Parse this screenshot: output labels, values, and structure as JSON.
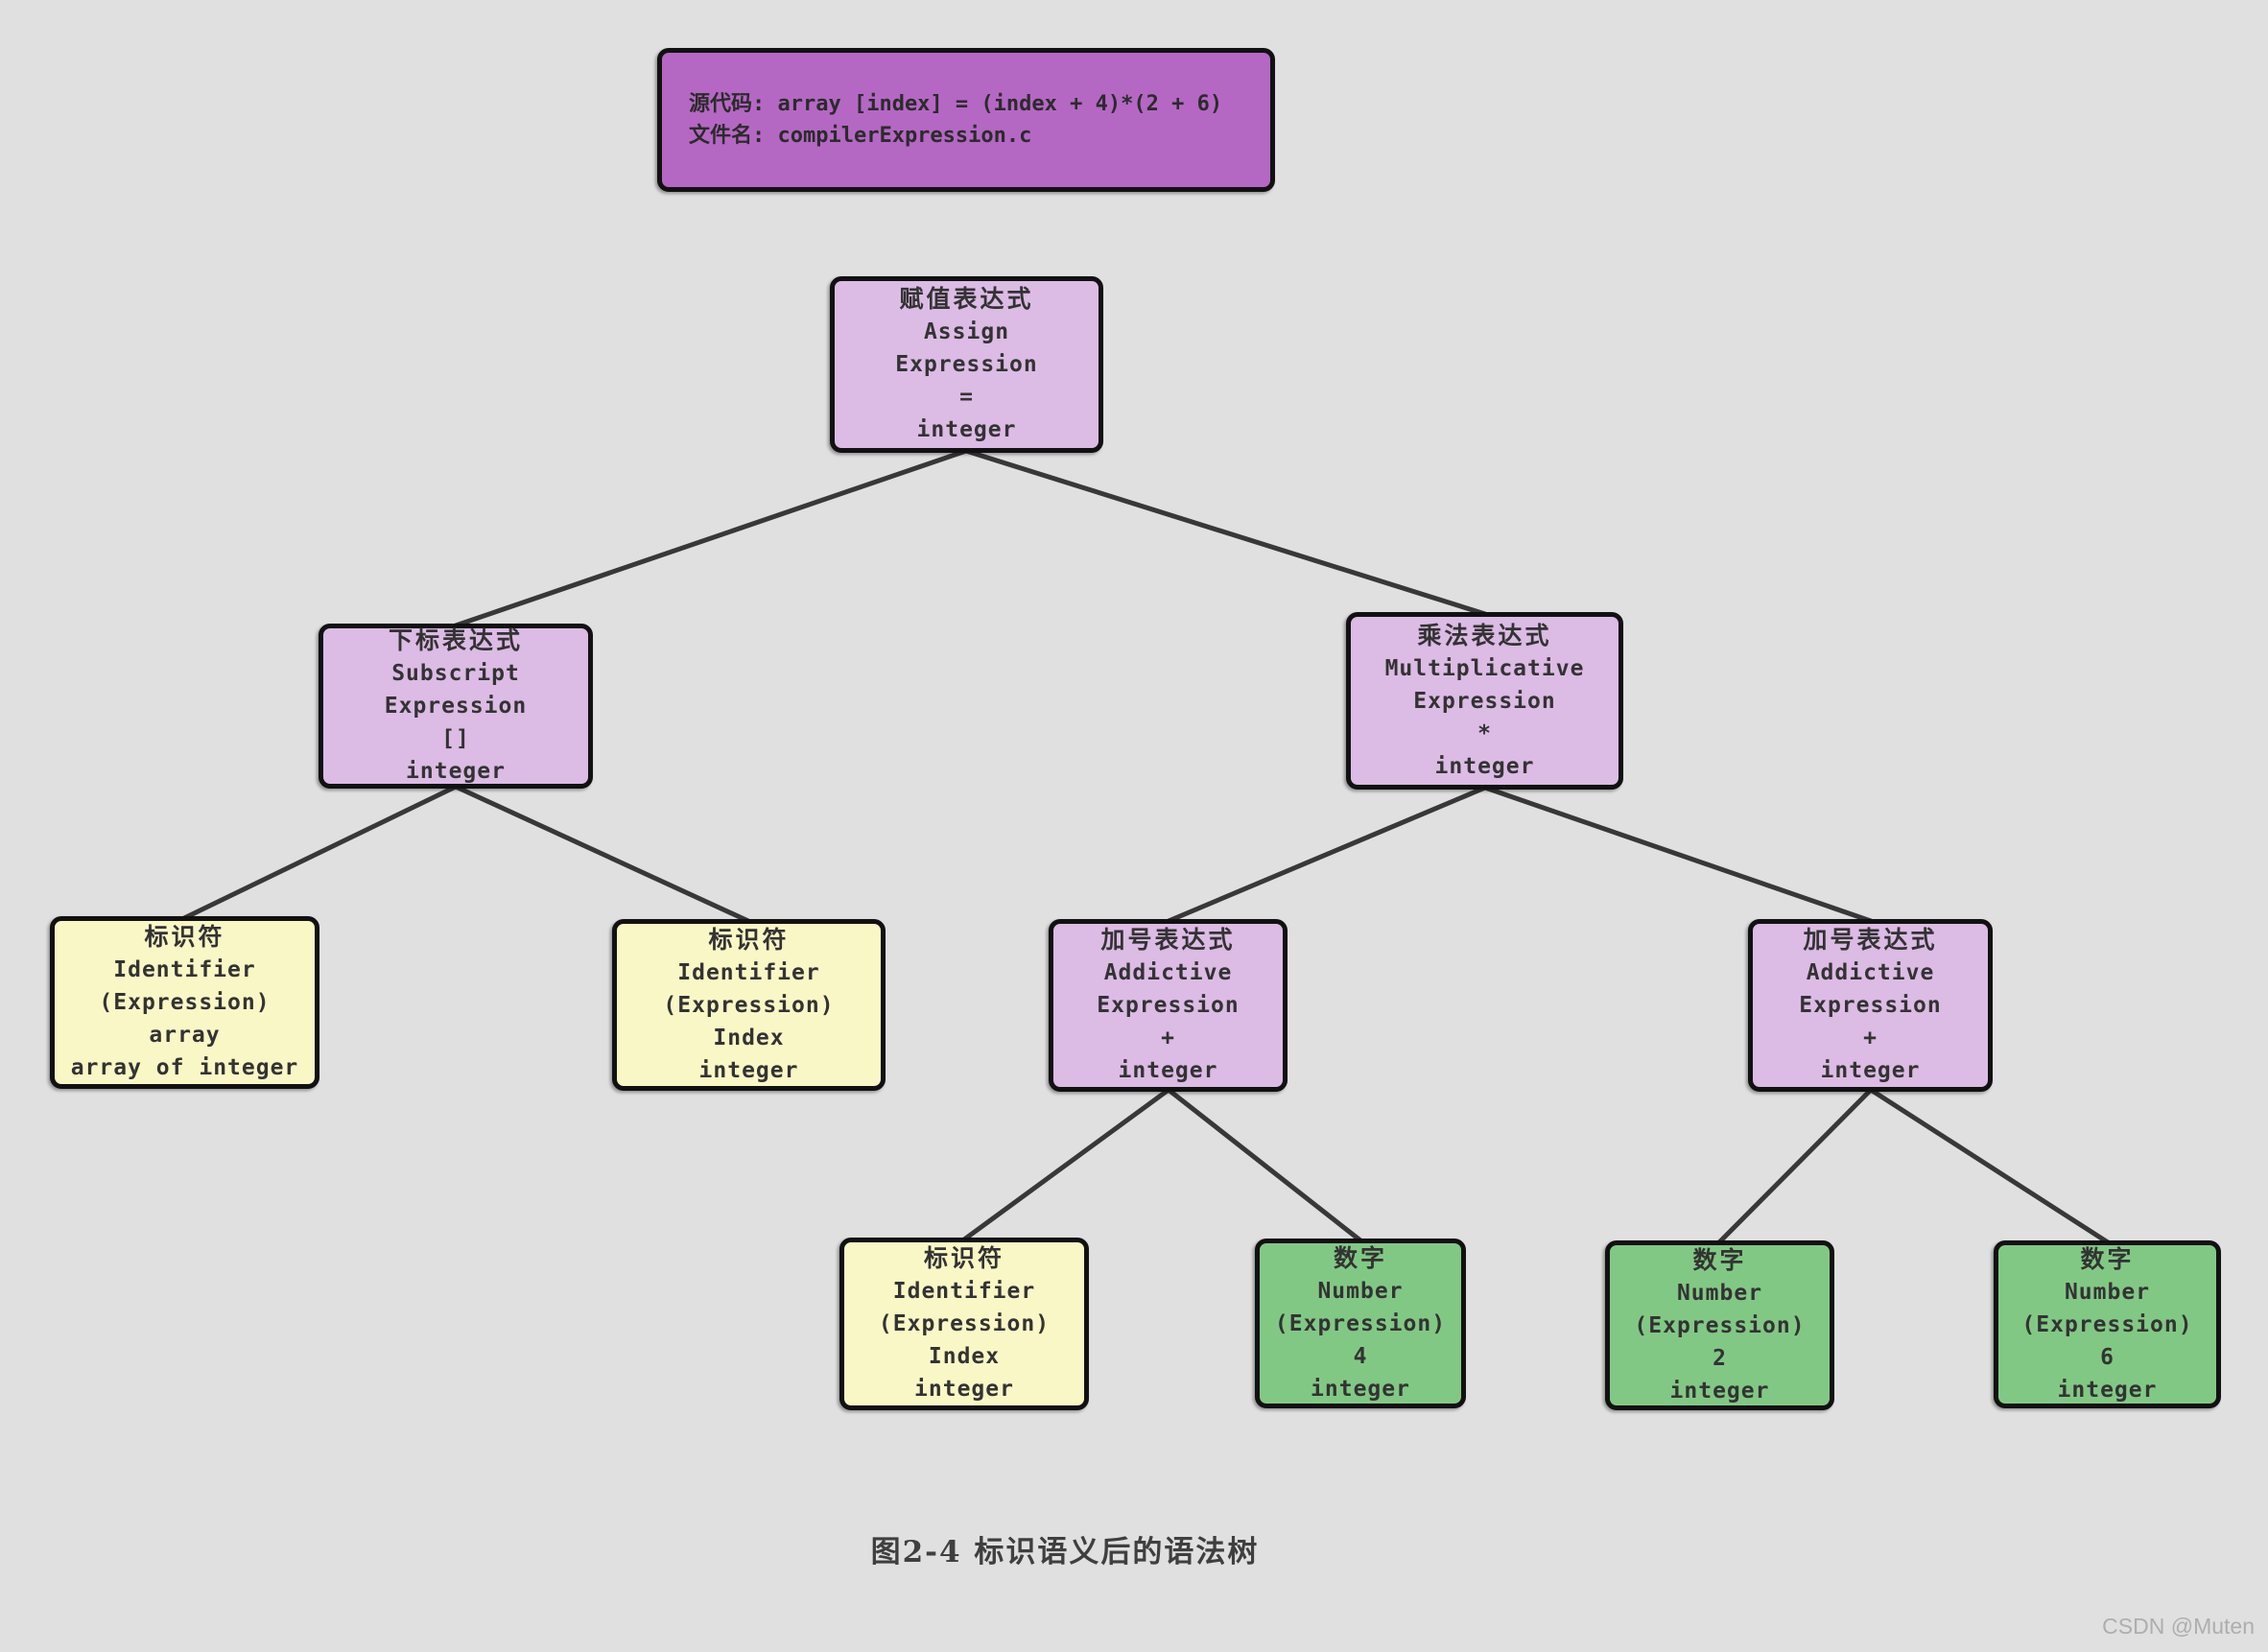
{
  "header": {
    "line1": "源代码: array [index] = (index + 4)*(2 + 6)",
    "line2": "文件名: compilerExpression.c"
  },
  "nodes": [
    {
      "name": "assign-expression",
      "color": "lavender",
      "lines": [
        "赋值表达式",
        "Assign",
        "Expression",
        "=",
        "integer"
      ]
    },
    {
      "name": "subscript-expression",
      "color": "lavender",
      "lines": [
        "下标表达式",
        "Subscript",
        "Expression",
        "[]",
        "integer"
      ]
    },
    {
      "name": "multiplicative-expression",
      "color": "lavender",
      "lines": [
        "乘法表达式",
        "Multiplicative",
        "Expression",
        "*",
        "integer"
      ]
    },
    {
      "name": "identifier-array",
      "color": "yellow",
      "lines": [
        "标识符",
        "Identifier",
        "(Expression)",
        "array",
        "array of integer"
      ]
    },
    {
      "name": "identifier-index-left",
      "color": "yellow",
      "lines": [
        "标识符",
        "Identifier",
        "(Expression)",
        "Index",
        "integer"
      ]
    },
    {
      "name": "additive-expression-left",
      "color": "lavender",
      "lines": [
        "加号表达式",
        "Addictive",
        "Expression",
        "+",
        "integer"
      ]
    },
    {
      "name": "additive-expression-right",
      "color": "lavender",
      "lines": [
        "加号表达式",
        "Addictive",
        "Expression",
        "+",
        "integer"
      ]
    },
    {
      "name": "identifier-index-child",
      "color": "yellow",
      "lines": [
        "标识符",
        "Identifier",
        "(Expression)",
        "Index",
        "integer"
      ]
    },
    {
      "name": "number-4",
      "color": "green",
      "lines": [
        "数字",
        "Number",
        "(Expression)",
        "4",
        "integer"
      ]
    },
    {
      "name": "number-2",
      "color": "green",
      "lines": [
        "数字",
        "Number",
        "(Expression)",
        "2",
        "integer"
      ]
    },
    {
      "name": "number-6",
      "color": "green",
      "lines": [
        "数字",
        "Number",
        "(Expression)",
        "6",
        "integer"
      ]
    }
  ],
  "caption": "图2-4 标识语义后的语法树",
  "watermark": "CSDN @Muten",
  "colors": {
    "background": "#e0e0e0",
    "source_box": "#b567c4",
    "expression_node": "#dcbbe5",
    "identifier_node": "#faf7c6",
    "number_node": "#82c885",
    "border": "#111111",
    "edge": "#383838"
  }
}
